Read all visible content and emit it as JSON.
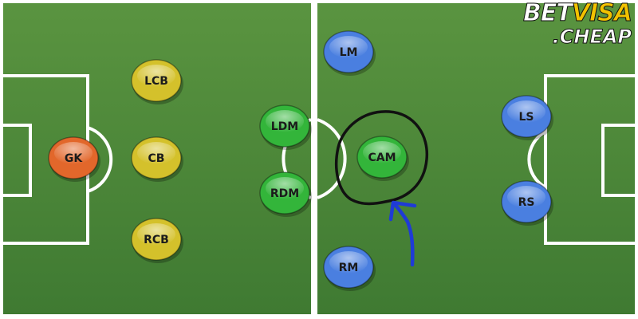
{
  "logo": {
    "part1": "BET",
    "part2": "VISA",
    "domain": ".CHEAP"
  },
  "colors": {
    "pitch": "#4f8a3a",
    "lines": "#ffffff",
    "goalkeeper": "#e2672b",
    "defender": "#d4c12b",
    "midfielder": "#33b53a",
    "forward": "#4a7fe0",
    "circle_annotation": "#111111",
    "arrow_annotation": "#1f3bd6"
  },
  "players": [
    {
      "id": "gk",
      "label": "GK",
      "role": "goalkeeper"
    },
    {
      "id": "lcb",
      "label": "LCB",
      "role": "defender"
    },
    {
      "id": "cb",
      "label": "CB",
      "role": "defender"
    },
    {
      "id": "rcb",
      "label": "RCB",
      "role": "defender"
    },
    {
      "id": "ldm",
      "label": "LDM",
      "role": "midfielder"
    },
    {
      "id": "rdm",
      "label": "RDM",
      "role": "midfielder"
    },
    {
      "id": "cam",
      "label": "CAM",
      "role": "midfielder"
    },
    {
      "id": "lm",
      "label": "LM",
      "role": "forward"
    },
    {
      "id": "rm",
      "label": "RM",
      "role": "forward"
    },
    {
      "id": "ls",
      "label": "LS",
      "role": "forward"
    },
    {
      "id": "rs",
      "label": "RS",
      "role": "forward"
    }
  ]
}
